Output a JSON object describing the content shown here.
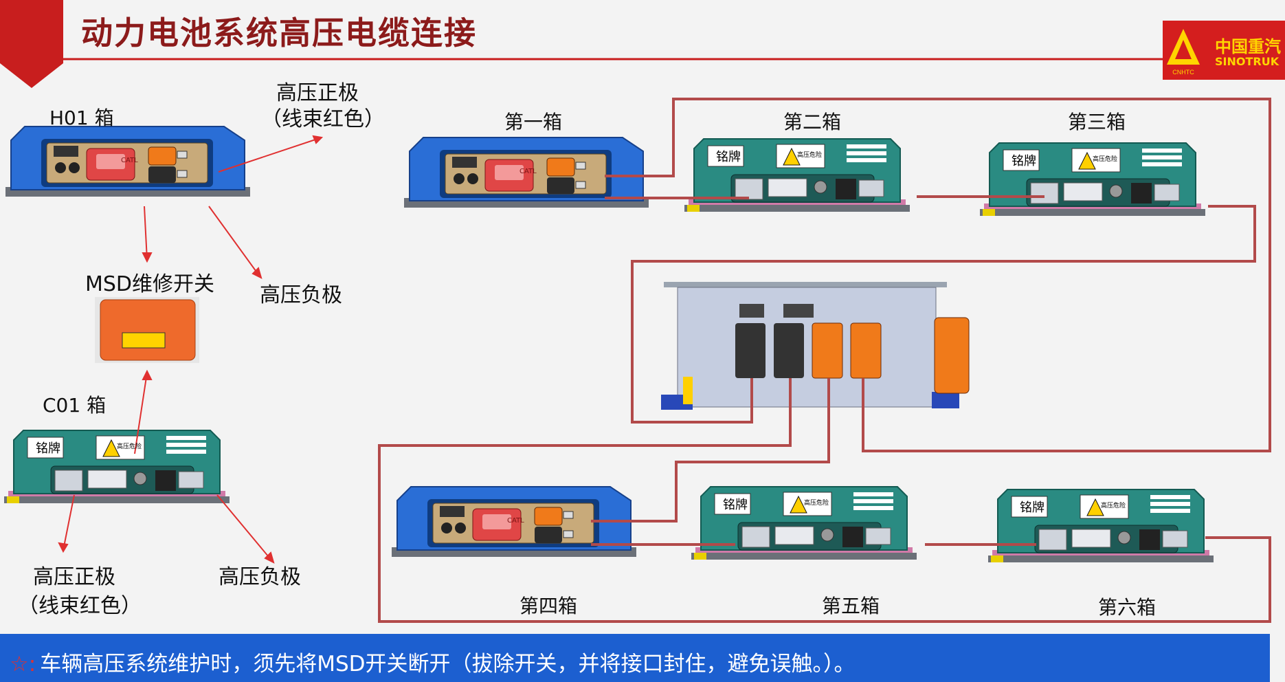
{
  "title": "动力电池系统高压电缆连接",
  "logo": {
    "cn": "中国重汽",
    "en": "SINOTRUK",
    "mark": "CNHTC"
  },
  "left_panel": {
    "h01_label": "H01 箱",
    "c01_label": "C01 箱",
    "msd_label": "MSD维修开关",
    "hv_positive_line1": "高压正极",
    "hv_positive_line2": "（线束红色）",
    "hv_negative": "高压负极",
    "hv_positive2_line1": "高压正极",
    "hv_positive2_line2": "（线束红色）",
    "hv_negative2": "高压负极"
  },
  "box_labels": {
    "box1": "第一箱",
    "box2": "第二箱",
    "box3": "第三箱",
    "box4": "第四箱",
    "box5": "第五箱",
    "box6": "第六箱"
  },
  "nameplate": "铭牌",
  "hv_warning": "高压危险",
  "cell_brand": "CATL",
  "note": "车辆高压系统维护时，须先将MSD开关断开（拔除开关，并将接口封住，避免误触。）。",
  "colors": {
    "title": "#8c1b1b",
    "wire": "#b24a4a",
    "blue_box": "#2a6ed6",
    "green_box": "#2a8b82",
    "note_bar": "#1c5fd0",
    "orange_connector": "#f07a1a"
  }
}
